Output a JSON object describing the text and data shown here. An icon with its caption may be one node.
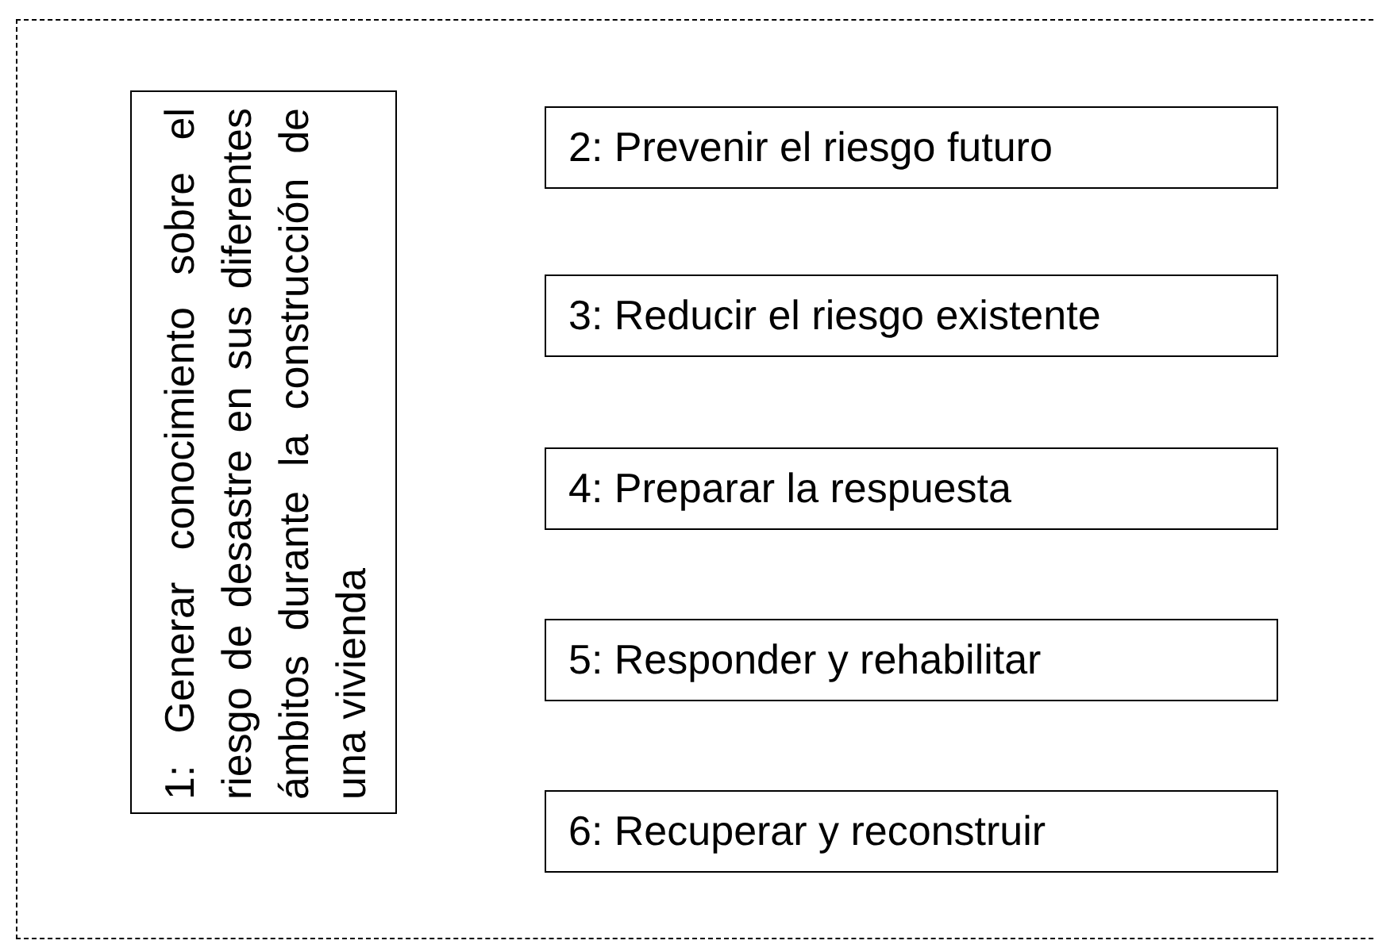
{
  "diagram": {
    "nodes": [
      {
        "text": [
          "1: Generar conocimiento sobre el riesgo de desastre en sus diferentes ámbitos durante la construcción de una vivienda"
        ]
      },
      {
        "text": [
          "2: Prevenir el riesgo futuro"
        ]
      },
      {
        "text": [
          "3: Reducir el riesgo existente"
        ]
      },
      {
        "text": [
          "4: Preparar la respuesta"
        ]
      },
      {
        "text": [
          "5: Responder y rehabilitar"
        ]
      },
      {
        "text": [
          "6: Recuperar y reconstruir"
        ]
      }
    ],
    "edges": []
  }
}
